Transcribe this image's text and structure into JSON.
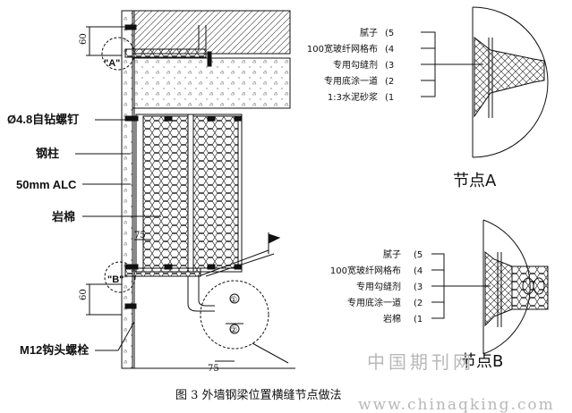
{
  "left_labels": {
    "screw": "Ø4.8自钻螺钉",
    "column": "钢柱",
    "alc": "50mm ALC",
    "rockwool": "岩棉",
    "bolt": "M12钩头螺栓"
  },
  "dims": {
    "top_60": "60",
    "top_a": "\"A\"",
    "mid_75": "75",
    "b_marker": "\"B\"",
    "bot_60": "60",
    "bot_75": "75",
    "circle_1": "①",
    "circle_2": "②"
  },
  "detail_a": {
    "title": "节点A",
    "layers": [
      {
        "text": "腻子",
        "num": "(5"
      },
      {
        "text": "100宽玻纤网格布",
        "num": "(4"
      },
      {
        "text": "专用勾缝剂",
        "num": "(3"
      },
      {
        "text": "专用底涂一道",
        "num": "(2"
      },
      {
        "text": "1:3水泥砂浆",
        "num": "(1"
      }
    ]
  },
  "detail_b": {
    "title": "节点B",
    "layers": [
      {
        "text": "腻子",
        "num": "(5"
      },
      {
        "text": "100宽玻纤网格布",
        "num": "(4"
      },
      {
        "text": "专用勾缝剂",
        "num": "(3"
      },
      {
        "text": "专用底涂一道",
        "num": "(2"
      },
      {
        "text": "岩棉",
        "num": "(1"
      }
    ]
  },
  "caption": "图 3  外墙钢梁位置横缝节点做法",
  "watermark_cn": "中国期刊网",
  "watermark_url": "www.chinaqking.com",
  "colors": {
    "line": "#111111",
    "watermark": "#b8b8b8"
  }
}
